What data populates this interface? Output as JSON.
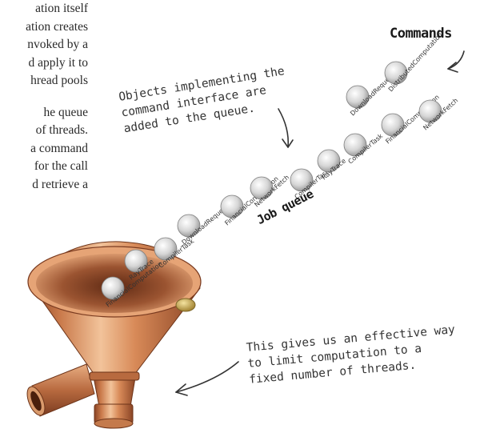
{
  "body_text": {
    "lines": [
      "ation itself",
      "ation creates",
      "nvoked by a",
      "d apply it to",
      "hread pools",
      "he queue",
      "of threads.",
      "a command",
      "for the call",
      "d retrieve a"
    ]
  },
  "annotations": {
    "commands_label": "Commands",
    "job_queue_label": "Job queue",
    "objects_note": [
      "Objects implementing the",
      "command interface are",
      "added to the queue."
    ],
    "limit_note": [
      "This gives us an effective way",
      "to limit computation to a",
      "fixed number of threads."
    ]
  },
  "command_objects": [
    {
      "label": "FinancialComputation"
    },
    {
      "label": "RayTrace"
    },
    {
      "label": "CompilerTask"
    },
    {
      "label": "DownloadRequest"
    },
    {
      "label": "FinancialComputation"
    },
    {
      "label": "NetworkFetch"
    },
    {
      "label": "CompilerTask"
    },
    {
      "label": "RayTrace"
    },
    {
      "label": "CompilerTask"
    },
    {
      "label": "FinancialComputation"
    },
    {
      "label": "NetworkFetch"
    },
    {
      "label": "DownloadRequest"
    },
    {
      "label": "DistributedComputation"
    }
  ],
  "colors": {
    "copper_light": "#e9a878",
    "copper_mid": "#c9794a",
    "copper_dark": "#8a4425",
    "ball_fill": "#d8d8d8",
    "ink": "#333333"
  }
}
